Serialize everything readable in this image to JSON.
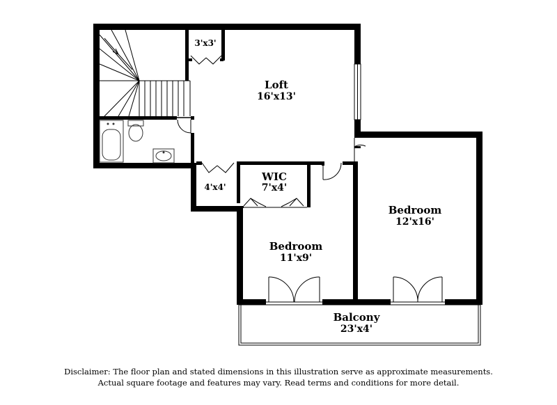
{
  "rooms": {
    "loft": {
      "name": "Loft",
      "dim": "16'x13'"
    },
    "closet_3x3": {
      "dim": "3'x3'"
    },
    "closet_4x4": {
      "dim": "4'x4'"
    },
    "wic": {
      "name": "WIC",
      "dim": "7'x4'"
    },
    "bedroom_left": {
      "name": "Bedroom",
      "dim": "11'x9'"
    },
    "bedroom_right": {
      "name": "Bedroom",
      "dim": "12'x16'"
    },
    "balcony": {
      "name": "Balcony",
      "dim": "23'x4'"
    }
  },
  "disclaimer": {
    "line1": "Disclaimer: The floor plan and stated dimensions in this illustration serve as approximate measurements.",
    "line2": "Actual square footage and features may vary. Read terms and conditions for more detail."
  }
}
